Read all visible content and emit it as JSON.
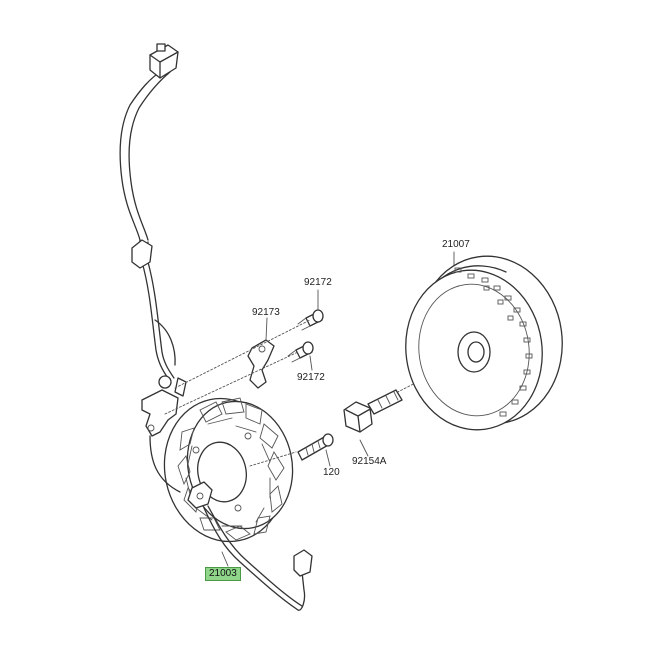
{
  "diagram": {
    "parts": [
      {
        "number": "21007",
        "name": "flywheel-rotor"
      },
      {
        "number": "92172",
        "name": "bolt-upper"
      },
      {
        "number": "92173",
        "name": "clamp-bracket"
      },
      {
        "number": "92172",
        "name": "bolt-lower"
      },
      {
        "number": "92154A",
        "name": "flywheel-bolt"
      },
      {
        "number": "120",
        "name": "stator-bolt"
      },
      {
        "number": "21003",
        "name": "stator-assembly",
        "highlighted": true
      }
    ],
    "highlight_color": "#8fd68a"
  }
}
